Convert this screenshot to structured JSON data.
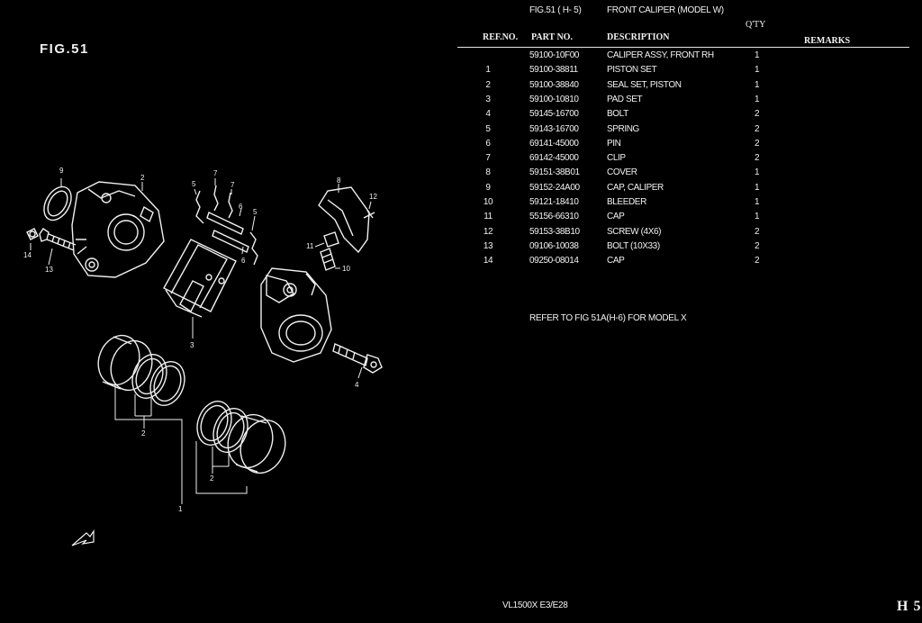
{
  "figure_label": "FIG.51",
  "header": {
    "fig_ref": "FIG.51 ( H- 5)",
    "title": "FRONT CALIPER (MODEL W)"
  },
  "columns": {
    "ref_no": "REF.NO.",
    "part_no": "PART NO.",
    "description": "DESCRIPTION",
    "qty": "Q'TY",
    "remarks": "REMARKS"
  },
  "parts": [
    {
      "ref": "",
      "part_no": "59100-10F00",
      "description": "CALIPER ASSY, FRONT RH",
      "qty": "1"
    },
    {
      "ref": "1",
      "part_no": "59100-38811",
      "description": "PISTON SET",
      "qty": "1"
    },
    {
      "ref": "2",
      "part_no": "59100-38840",
      "description": "SEAL SET, PISTON",
      "qty": "1"
    },
    {
      "ref": "3",
      "part_no": "59100-10810",
      "description": "PAD SET",
      "qty": "1"
    },
    {
      "ref": "4",
      "part_no": "59145-16700",
      "description": "BOLT",
      "qty": "2"
    },
    {
      "ref": "5",
      "part_no": "59143-16700",
      "description": "SPRING",
      "qty": "2"
    },
    {
      "ref": "6",
      "part_no": "69141-45000",
      "description": "PIN",
      "qty": "2"
    },
    {
      "ref": "7",
      "part_no": "69142-45000",
      "description": "CLIP",
      "qty": "2"
    },
    {
      "ref": "8",
      "part_no": "59151-38B01",
      "description": "COVER",
      "qty": "1"
    },
    {
      "ref": "9",
      "part_no": "59152-24A00",
      "description": "CAP, CALIPER",
      "qty": "1"
    },
    {
      "ref": "10",
      "part_no": "59121-18410",
      "description": "BLEEDER",
      "qty": "1"
    },
    {
      "ref": "11",
      "part_no": "55156-66310",
      "description": "CAP",
      "qty": "1"
    },
    {
      "ref": "12",
      "part_no": "59153-38B10",
      "description": "SCREW (4X6)",
      "qty": "2"
    },
    {
      "ref": "13",
      "part_no": "09106-10038",
      "description": "BOLT (10X33)",
      "qty": "2"
    },
    {
      "ref": "14",
      "part_no": "09250-08014",
      "description": "CAP",
      "qty": "2"
    }
  ],
  "note": "REFER TO FIG 51A(H-6) FOR MODEL X",
  "diagram_callouts": [
    "9",
    "2",
    "7",
    "7",
    "5",
    "6",
    "5",
    "6",
    "8",
    "12",
    "11",
    "10",
    "14",
    "13",
    "3",
    "4",
    "2",
    "2",
    "1"
  ],
  "footer": {
    "model": "VL1500X  E3/E28",
    "page_code": "H 5"
  }
}
